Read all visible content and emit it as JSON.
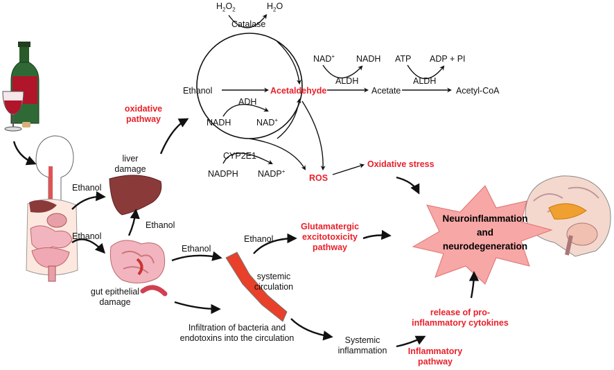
{
  "catalase": {
    "h2o2": "H",
    "h2o2_sub": "2",
    "h2o2_o": "O",
    "h2o2_sub2": "2",
    "h2o": "H",
    "h2o_sub": "2",
    "h2o_o": "O",
    "enzyme": "Catalase"
  },
  "pathway": {
    "ethanol": "Ethanol",
    "acetaldehyde": "Acetaldehyde",
    "adh": "ADH",
    "nadh": "NADH",
    "nad": "NAD",
    "nad_sup": "+",
    "cyp": "CYP2E1",
    "nadph": "NADPH",
    "nadp": "NADP",
    "nadp_sup": "+",
    "ros": "ROS",
    "nad2": "NAD",
    "nad2_sup": "+",
    "nadh2": "NADH",
    "aldh1": "ALDH",
    "acetate": "Acetate",
    "atp": "ATP",
    "adp": "ADP + PI",
    "aldh2": "ALDH",
    "acetylcoa": "Acetyl-CoA"
  },
  "labels": {
    "oxidative_pathway_1": "oxidative",
    "oxidative_pathway_2": "pathway",
    "liver_damage_1": "liver",
    "liver_damage_2": "damage",
    "ethanol_a": "Ethanol",
    "ethanol_b": "Ethanol",
    "ethanol_c": "Ethanol",
    "ethanol_d": "Ethanol",
    "ethanol_e": "Ethanol",
    "gut_1": "gut epithelial",
    "gut_2": "damage",
    "oxidative_stress": "Oxidative stress",
    "glut_1": "Glutamatergic",
    "glut_2": "excitotoxicity",
    "glut_3": "pathway",
    "systemic_circ_1": "systemic",
    "systemic_circ_2": "circulation",
    "infiltration_1": "Infiltration of bacteria and",
    "infiltration_2": "endotoxins into the circulation",
    "sys_inflam_1": "Systemic",
    "sys_inflam_2": "inflammation",
    "release_1": "release of pro-",
    "release_2": "inflammatory cytokines",
    "inflam_path_1": "Inflammatory",
    "inflam_path_2": "pathway",
    "neuro_1": "Neuroinflammation",
    "neuro_2": "and",
    "neuro_3": "neurodegeneration"
  },
  "colors": {
    "accent_red": "#e8202a",
    "star_fill": "#f6a7a6",
    "vessel": "#e8402a",
    "liver": "#8b3a3a",
    "gut": "#f2b5c0",
    "wine": "#b0152a"
  }
}
